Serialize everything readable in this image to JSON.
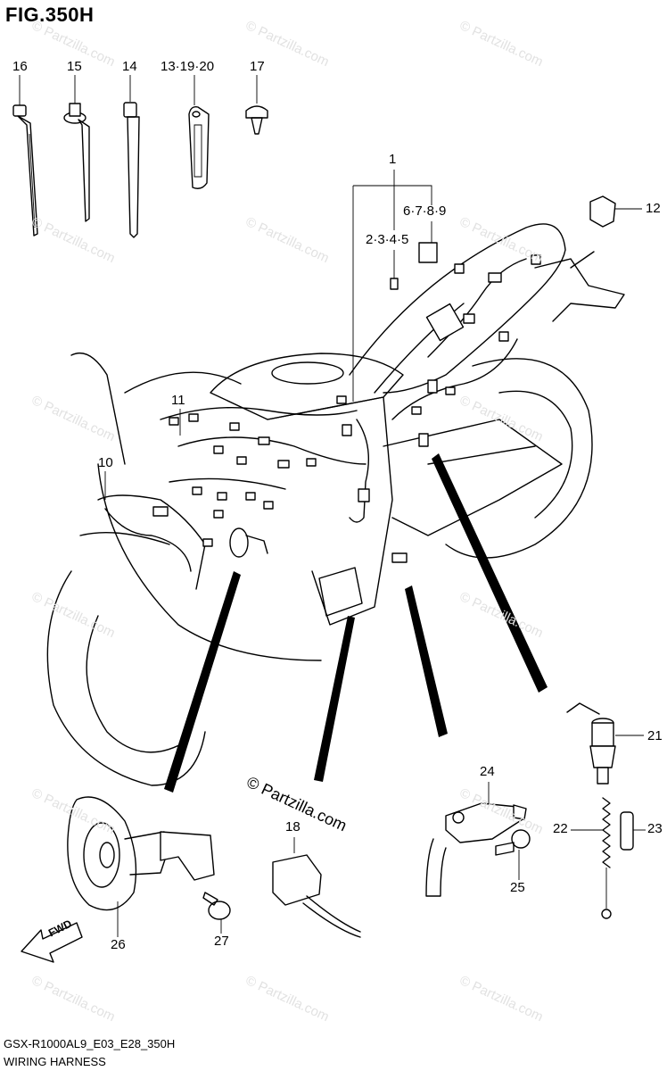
{
  "figure": {
    "title": "FIG.350H",
    "model_code": "GSX-R1000AL9_E03_E28_350H",
    "caption": "WIRING HARNESS",
    "watermark": "© Partzilla.com",
    "fwd_label": "FWD"
  },
  "callouts": [
    {
      "id": "c16",
      "text": "16"
    },
    {
      "id": "c15",
      "text": "15"
    },
    {
      "id": "c14",
      "text": "14"
    },
    {
      "id": "c13",
      "text": "13·19·20"
    },
    {
      "id": "c17",
      "text": "17"
    },
    {
      "id": "c1",
      "text": "1"
    },
    {
      "id": "c6",
      "text": "6·7·8·9"
    },
    {
      "id": "c2",
      "text": "2·3·4·5"
    },
    {
      "id": "c12",
      "text": "12"
    },
    {
      "id": "c11",
      "text": "11"
    },
    {
      "id": "c10",
      "text": "10"
    },
    {
      "id": "c21",
      "text": "21"
    },
    {
      "id": "c24",
      "text": "24"
    },
    {
      "id": "c18",
      "text": "18"
    },
    {
      "id": "c22",
      "text": "22"
    },
    {
      "id": "c23",
      "text": "23"
    },
    {
      "id": "c25",
      "text": "25"
    },
    {
      "id": "c26",
      "text": "26"
    },
    {
      "id": "c27",
      "text": "27"
    }
  ],
  "colors": {
    "line": "#000000",
    "background": "#ffffff",
    "watermark": "#e2e2e2"
  }
}
